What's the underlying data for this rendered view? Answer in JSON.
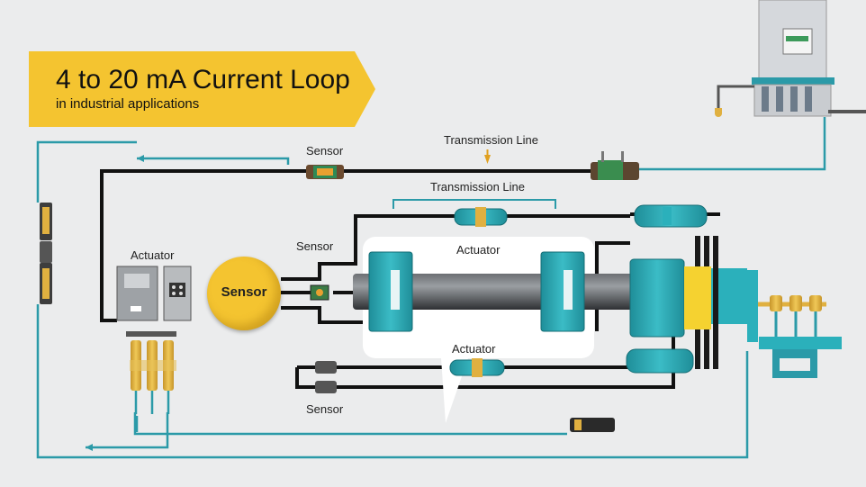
{
  "banner": {
    "title": "4 to 20 mA Current Loop",
    "subtitle": "in industrial applications"
  },
  "labels": {
    "sensor_top": "Sensor",
    "transmission_line_top": "Transmission Line",
    "transmission_line_mid": "Transmission Line",
    "sensor_mid": "Sensor",
    "actuator_left": "Actuator",
    "actuator_panel": "Actuator",
    "actuator_lower": "Actuator",
    "sensor_bottom": "Sensor",
    "sensor_circle": "Sensor"
  },
  "colors": {
    "banner": "#f4c430",
    "teal": "#2aa5b0",
    "wire_black": "#111111",
    "wire_teal": "#2b9aa8",
    "brass": "#e0b040"
  }
}
